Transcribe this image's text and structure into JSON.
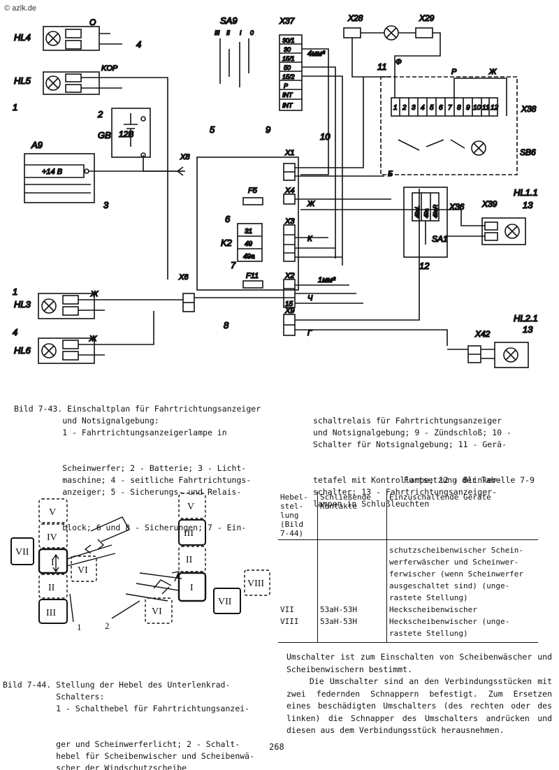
{
  "watermark": "© azlk.de",
  "fig43": {
    "labels": {
      "hl4": "HL4",
      "hl5": "HL5",
      "hl3": "HL3",
      "hl6": "HL6",
      "hl11": "HL1.1",
      "hl21": "HL2.1",
      "gb": "GB",
      "bat": "12B",
      "a9": "A9",
      "gen": "+14 B",
      "sa9": "SA9",
      "x37": "X37",
      "x28": "X28",
      "x29": "X29",
      "x38": "X38",
      "sb6": "SB6",
      "x8": "X8",
      "x1": "X1",
      "x4": "X4",
      "x3": "X3",
      "x2": "X2",
      "x9": "X9",
      "x6": "X6",
      "x36": "X36",
      "x39": "X39",
      "x42": "X42",
      "sa1": "SA1",
      "k2": "K2",
      "f5": "F5",
      "f11": "F11",
      "kor": "KOP",
      "mm4": "4мм²",
      "mm1": "1мм²",
      "o": "О",
      "zh": "Ж",
      "ch": "Ч",
      "k": "К",
      "g": "Г",
      "b": "Б",
      "f": "Ф",
      "r": "Р",
      "t30": "30",
      "t31": "31",
      "t49": "49",
      "t49a": "49а",
      "t15": "15",
      "sa9pos": [
        "III",
        "II",
        "I",
        "0"
      ],
      "x37pins": [
        "30/1",
        "30",
        "15/1",
        "50",
        "15/2",
        "P",
        "INT",
        "INT"
      ],
      "x38pins": [
        "1",
        "2",
        "3",
        "4",
        "5",
        "6",
        "7",
        "8",
        "9",
        "10",
        "11",
        "12"
      ],
      "x36pins": [
        "49аL",
        "49а",
        "49аR"
      ],
      "refs": [
        "1",
        "2",
        "3",
        "4",
        "5",
        "6",
        "7",
        "8",
        "9",
        "10",
        "11",
        "12",
        "13"
      ]
    }
  },
  "cap43": {
    "lines": [
      "Bild 7-43. Einschaltplan für Fahrtrichtungsanzeiger",
      "          und Notsignalgebung:",
      "          1 - Fahrtrichtungsanzeigerlampe in",
      "          Scheinwerfer; 2 - Batterie; 3 - Licht-",
      "          maschine; 4 - seitliche Fahrtrichtungs-",
      "          anzeiger; 5 - Sicherungs- und Relais-",
      "          block; 6 und 8 - Sicherungen; 7 - Ein-"
    ]
  },
  "cap43b": {
    "lines": [
      "schaltrelais für Fahrtrichtungsanzeiger",
      "und Notsignalgebung; 9 - Zündschloß; 10 -",
      "Schalter für Notsignalgebung; 11 - Gerä-",
      "tetafel mit Kontrollampe; 12 - Blinker-",
      "schalter; 13 - Fahrtrichtungsanzeiger-",
      "lampen in Schlußleuchten"
    ]
  },
  "table": {
    "title": "Fortsetzung der Tabelle 7-9",
    "headers": [
      "Hebel-\nstel-\nlung\n(Bild\n7-44)",
      "Schließende\nKontakte",
      "Einzuschaltende Geräte"
    ],
    "rows": [
      {
        "pos": "",
        "contacts": "",
        "devices": "schutzscheibenwischer Schein-\nwerferwäscher und Scheinwer-\nferwischer (wenn Scheinwerfer\nausgeschaltet sind) (unge-\nrastete Stellung)"
      },
      {
        "pos": "VII",
        "contacts": "53aH-53H",
        "devices": "Heckscheibenwischer"
      },
      {
        "pos": "VIII",
        "contacts": "53aH-53H",
        "devices": "Heckscheibenwischer (unge-\nrastete Stellung)"
      }
    ]
  },
  "fig44": {
    "positions": [
      "V",
      "IV",
      "I",
      "II",
      "III",
      "VI",
      "VII",
      "VIII"
    ],
    "refs": [
      "1",
      "2"
    ]
  },
  "cap44": {
    "lines": [
      "Bild 7-44. Stellung der Hebel des Unterlenkrad-",
      "           Schalters:",
      "           1 - Schalthebel für Fahrtrichtungsanzei-",
      "           ger und Scheinwerferlicht; 2 - Schalt-",
      "           hebel für Scheibenwischer und Scheibenwä-",
      "           scher der Windschutzscheibe"
    ]
  },
  "body": {
    "text": "Umschalter ist zum Einschalten von Scheibenwäscher und Scheibenwischern bestimmt.\n    Die Umschalter sind an den Verbindungsstücken mit zwei federnden Schnappern befestigt. Zum Ersetzen eines beschädigten Umschalters (des rechten oder des linken) die Schnapper des Umschalters andrücken und diesen aus dem Verbindungsstück herausnehmen."
  },
  "page_number": "268"
}
